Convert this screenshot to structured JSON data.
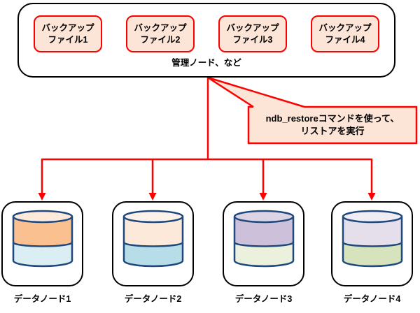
{
  "diagram": {
    "management": {
      "label": "管理ノード、など",
      "backup_files": [
        {
          "label": "バックアップ\nファイル1"
        },
        {
          "label": "バックアップ\nファイル2"
        },
        {
          "label": "バックアップ\nファイル3"
        },
        {
          "label": "バックアップ\nファイル4"
        }
      ]
    },
    "callout": {
      "text": "ndb_restoreコマンドを使って、\nリストアを実行"
    },
    "data_nodes": [
      {
        "label": "データノード1",
        "cylinder_top": "#FAC090",
        "cylinder_bottom": "#DAEEF3",
        "cylinder_lid": "#FDE9D9"
      },
      {
        "label": "データノード2",
        "cylinder_top": "#FDE9D9",
        "cylinder_bottom": "#B6DDE8",
        "cylinder_lid": "#FDF2EA"
      },
      {
        "label": "データノード3",
        "cylinder_top": "#CCC0DA",
        "cylinder_bottom": "#EBF1DD",
        "cylinder_lid": "#DCD3E4"
      },
      {
        "label": "データノード4",
        "cylinder_top": "#E5DFEC",
        "cylinder_bottom": "#D6E3BC",
        "cylinder_lid": "#F0EDF5"
      }
    ],
    "colors": {
      "connector": "#FF0000",
      "box_fill": "#FCE4D6",
      "box_border": "#FF0000",
      "outline": "#000000",
      "cylinder_stroke": "#1F497D"
    }
  }
}
